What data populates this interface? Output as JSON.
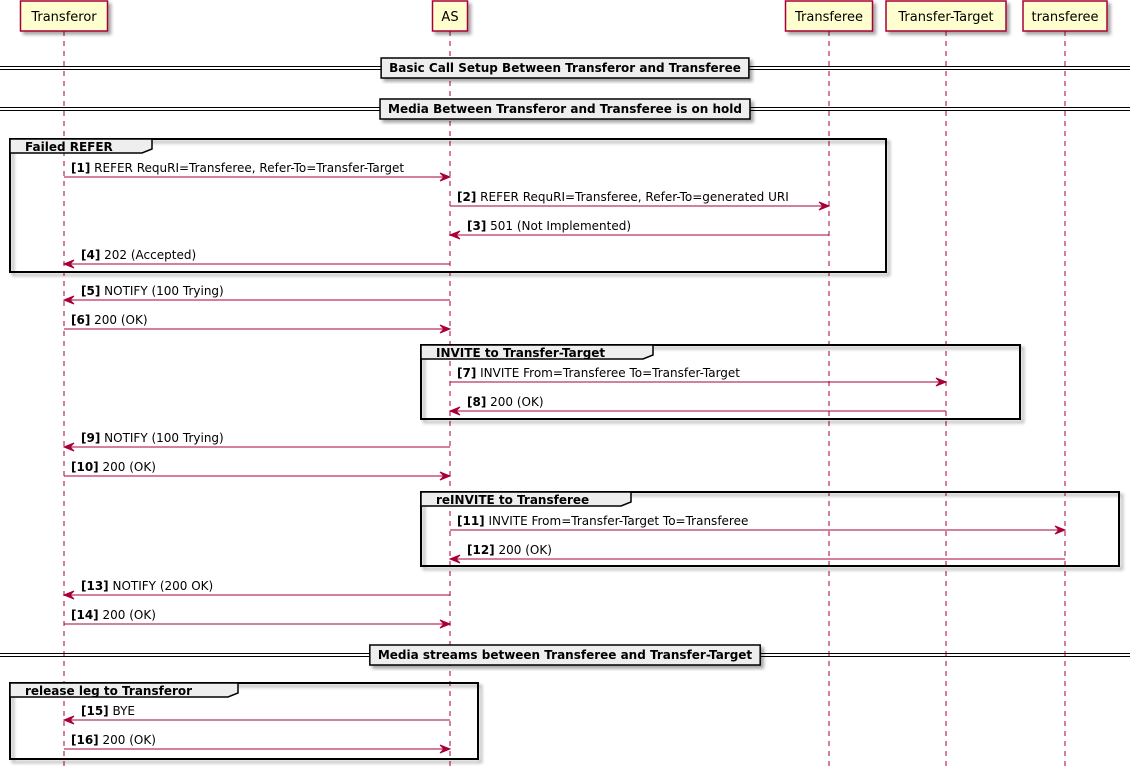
{
  "colors": {
    "participant_fill": "#FEFECE",
    "participant_stroke": "#A80036",
    "arrow": "#A80036",
    "divider_fill": "#EEEEEE",
    "group_stroke": "#000000"
  },
  "participants": [
    "Transferor",
    "AS",
    "Transferee",
    "Transfer-Target",
    "transferee"
  ],
  "dividers": [
    "Basic Call Setup Between Transferor and Transferee",
    "Media Between Transferor and Transferee is on hold",
    "Media streams between Transferee and Transfer-Target"
  ],
  "groups": [
    "Failed REFER",
    "INVITE to Transfer-Target",
    "reINVITE to Transferee",
    "release leg to Transferor"
  ],
  "messages": [
    {
      "num": "[1]",
      "text": "REFER RequRI=Transferee, Refer-To=Transfer-Target",
      "from": 0,
      "to": 1
    },
    {
      "num": "[2]",
      "text": "REFER RequRI=Transferee, Refer-To=generated URI",
      "from": 1,
      "to": 2
    },
    {
      "num": "[3]",
      "text": "501 (Not Implemented)",
      "from": 2,
      "to": 1
    },
    {
      "num": "[4]",
      "text": "202 (Accepted)",
      "from": 1,
      "to": 0
    },
    {
      "num": "[5]",
      "text": "NOTIFY (100 Trying)",
      "from": 1,
      "to": 0
    },
    {
      "num": "[6]",
      "text": "200 (OK)",
      "from": 0,
      "to": 1
    },
    {
      "num": "[7]",
      "text": "INVITE From=Transferee To=Transfer-Target",
      "from": 1,
      "to": 3
    },
    {
      "num": "[8]",
      "text": "200 (OK)",
      "from": 3,
      "to": 1
    },
    {
      "num": "[9]",
      "text": "NOTIFY (100 Trying)",
      "from": 1,
      "to": 0
    },
    {
      "num": "[10]",
      "text": "200 (OK)",
      "from": 0,
      "to": 1
    },
    {
      "num": "[11]",
      "text": "INVITE From=Transfer-Target To=Transferee",
      "from": 1,
      "to": 4
    },
    {
      "num": "[12]",
      "text": "200 (OK)",
      "from": 4,
      "to": 1
    },
    {
      "num": "[13]",
      "text": "NOTIFY (200 OK)",
      "from": 1,
      "to": 0
    },
    {
      "num": "[14]",
      "text": "200 (OK)",
      "from": 0,
      "to": 1
    },
    {
      "num": "[15]",
      "text": "BYE",
      "from": 1,
      "to": 0
    },
    {
      "num": "[16]",
      "text": "200 (OK)",
      "from": 0,
      "to": 1
    }
  ]
}
